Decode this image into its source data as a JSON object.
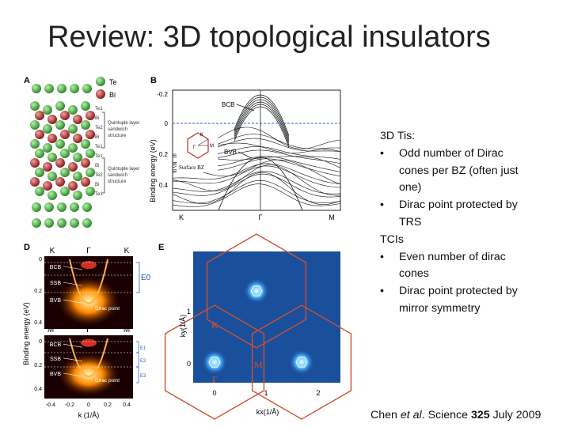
{
  "slide": {
    "title": "Review: 3D topological insulators"
  },
  "figure": {
    "panel_a": {
      "label": "A",
      "legend_te": "Te",
      "legend_bi": "Bi",
      "layers": [
        "Te1",
        "Bi",
        "Te2",
        "Bi",
        "Te1",
        "Te1",
        "Bi",
        "Te2",
        "Bi",
        "Te1"
      ],
      "brace1": [
        "Quintuple layer",
        "sandwich",
        "structure"
      ],
      "brace2": [
        "Quintuple layer",
        "sandwich",
        "structure"
      ],
      "colors": {
        "te": "#4cae4c",
        "bi": "#c8302c"
      }
    },
    "panel_b": {
      "label": "B",
      "ylabel": "Binding energy (eV)",
      "yticks": [
        "-0.2",
        "0",
        "0.2",
        "0.4"
      ],
      "xticks": [
        "K",
        "Γ",
        "M"
      ],
      "bcb": "BCB",
      "bvb": "BVB",
      "bz_label": "Surface BZ",
      "bz_points": [
        "K",
        "Γ",
        "M"
      ]
    },
    "panel_d": {
      "label": "D",
      "top_path": [
        "K",
        "Γ",
        "K"
      ],
      "bottom_path": [
        "M",
        "Γ",
        "M"
      ],
      "ylabel": "Binding energy (eV)",
      "yticks_top": [
        "0",
        "0.2",
        "0.4"
      ],
      "yticks_bottom": [
        "0",
        "0.2",
        "0.4"
      ],
      "xticks": [
        "-0.4",
        "-0.2",
        "0",
        "0.2",
        "0.4"
      ],
      "xlabel": "k (1/Å)",
      "bands_top": [
        "BCB",
        "SSB",
        "BVB"
      ],
      "bands_bottom": [
        "BCB",
        "SSB",
        "BVB"
      ],
      "dirac_top": "Dirac point",
      "dirac_bottom": "Dirac point",
      "e0": "E0",
      "e_small": [
        "E1",
        "E2",
        "E3"
      ]
    },
    "panel_e": {
      "label": "E",
      "ylabel": "ky(1/Å)",
      "xlabel": "kx(1/Å)",
      "yticks": [
        "1",
        "0"
      ],
      "xticks": [
        "0",
        "1",
        "2"
      ],
      "points": [
        "K",
        "M",
        "Γ"
      ],
      "colors": {
        "map": "#1a4f9c",
        "hex": "#d05030"
      }
    }
  },
  "notes": {
    "heading_1": "3D Tis:",
    "bullets_1": [
      [
        "Odd number of Dirac",
        "cones per BZ (often just",
        "one)"
      ],
      [
        "Dirac point protected by",
        "TRS"
      ]
    ],
    "heading_2": "TCIs",
    "bullets_2": [
      [
        "Even number of dirac",
        "cones"
      ],
      [
        "Dirac point protected by",
        "mirror symmetry"
      ]
    ],
    "bullet_char": "•"
  },
  "citation": {
    "author": "Chen ",
    "etal": "et al",
    "rest": ". Science ",
    "volume": "325",
    "date": " July 2009"
  }
}
